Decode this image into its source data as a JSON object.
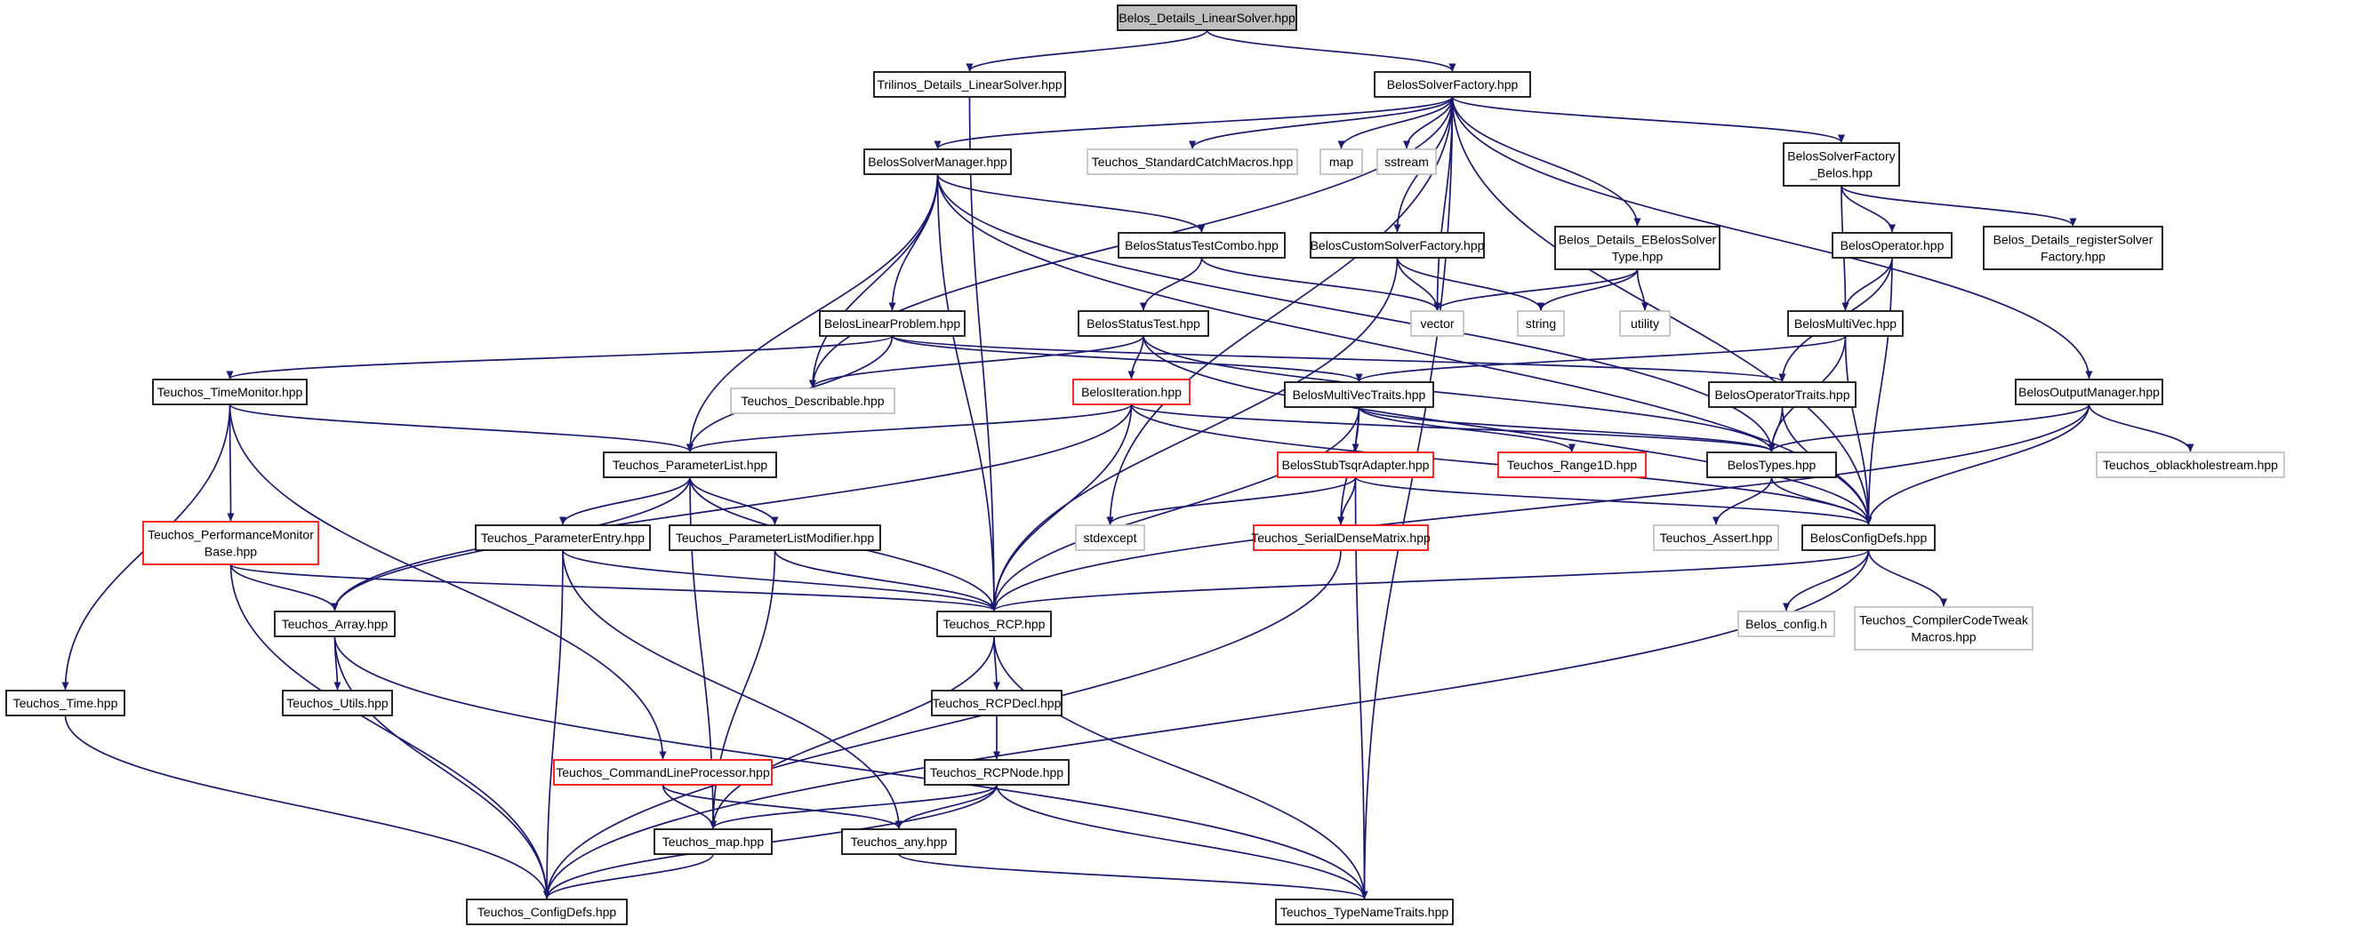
{
  "colors": {
    "edge": "#191970",
    "box_normal": "#000000",
    "box_external": "#bfbfbf",
    "box_incomplete": "#ff0000",
    "box_root_fill": "#bfbfbf"
  },
  "nodes": [
    {
      "id": "root",
      "lines": [
        "Belos_Details_LinearSolver.hpp"
      ],
      "kind": "root"
    },
    {
      "id": "trilinos_ls",
      "lines": [
        "Trilinos_Details_LinearSolver.hpp"
      ],
      "kind": "normal"
    },
    {
      "id": "solver_factory",
      "lines": [
        "BelosSolverFactory.hpp"
      ],
      "kind": "normal"
    },
    {
      "id": "solver_manager",
      "lines": [
        "BelosSolverManager.hpp"
      ],
      "kind": "normal"
    },
    {
      "id": "std_catch",
      "lines": [
        "Teuchos_StandardCatchMacros.hpp"
      ],
      "kind": "external"
    },
    {
      "id": "map",
      "lines": [
        "map"
      ],
      "kind": "external"
    },
    {
      "id": "sstream",
      "lines": [
        "sstream"
      ],
      "kind": "external"
    },
    {
      "id": "sf_belos",
      "lines": [
        "BelosSolverFactory",
        "_Belos.hpp"
      ],
      "kind": "normal"
    },
    {
      "id": "status_combo",
      "lines": [
        "BelosStatusTestCombo.hpp"
      ],
      "kind": "normal"
    },
    {
      "id": "custom_sf",
      "lines": [
        "BelosCustomSolverFactory.hpp"
      ],
      "kind": "normal"
    },
    {
      "id": "ebelos",
      "lines": [
        "Belos_Details_EBelosSolver",
        "Type.hpp"
      ],
      "kind": "normal"
    },
    {
      "id": "operator",
      "lines": [
        "BelosOperator.hpp"
      ],
      "kind": "normal"
    },
    {
      "id": "register_sf",
      "lines": [
        "Belos_Details_registerSolver",
        "Factory.hpp"
      ],
      "kind": "normal"
    },
    {
      "id": "linear_problem",
      "lines": [
        "BelosLinearProblem.hpp"
      ],
      "kind": "normal"
    },
    {
      "id": "status_test",
      "lines": [
        "BelosStatusTest.hpp"
      ],
      "kind": "normal"
    },
    {
      "id": "vector",
      "lines": [
        "vector"
      ],
      "kind": "external"
    },
    {
      "id": "string",
      "lines": [
        "string"
      ],
      "kind": "external"
    },
    {
      "id": "utility",
      "lines": [
        "utility"
      ],
      "kind": "external"
    },
    {
      "id": "multivec",
      "lines": [
        "BelosMultiVec.hpp"
      ],
      "kind": "normal"
    },
    {
      "id": "describable",
      "lines": [
        "Teuchos_Describable.hpp"
      ],
      "kind": "external"
    },
    {
      "id": "time_monitor",
      "lines": [
        "Teuchos_TimeMonitor.hpp"
      ],
      "kind": "normal"
    },
    {
      "id": "iteration",
      "lines": [
        "BelosIteration.hpp"
      ],
      "kind": "incomplete"
    },
    {
      "id": "mv_traits",
      "lines": [
        "BelosMultiVecTraits.hpp"
      ],
      "kind": "normal"
    },
    {
      "id": "op_traits",
      "lines": [
        "BelosOperatorTraits.hpp"
      ],
      "kind": "normal"
    },
    {
      "id": "output_manager",
      "lines": [
        "BelosOutputManager.hpp"
      ],
      "kind": "normal"
    },
    {
      "id": "param_list",
      "lines": [
        "Teuchos_ParameterList.hpp"
      ],
      "kind": "normal"
    },
    {
      "id": "stub_tsqr",
      "lines": [
        "BelosStubTsqrAdapter.hpp"
      ],
      "kind": "incomplete"
    },
    {
      "id": "range1d",
      "lines": [
        "Teuchos_Range1D.hpp"
      ],
      "kind": "incomplete"
    },
    {
      "id": "belos_types",
      "lines": [
        "BelosTypes.hpp"
      ],
      "kind": "normal"
    },
    {
      "id": "oblackhole",
      "lines": [
        "Teuchos_oblackholestream.hpp"
      ],
      "kind": "external"
    },
    {
      "id": "perf_monitor",
      "lines": [
        "Teuchos_PerformanceMonitor",
        "Base.hpp"
      ],
      "kind": "incomplete"
    },
    {
      "id": "param_entry",
      "lines": [
        "Teuchos_ParameterEntry.hpp"
      ],
      "kind": "normal"
    },
    {
      "id": "plist_modifier",
      "lines": [
        "Teuchos_ParameterListModifier.hpp"
      ],
      "kind": "normal"
    },
    {
      "id": "stdexcept",
      "lines": [
        "stdexcept"
      ],
      "kind": "external"
    },
    {
      "id": "serial_dense",
      "lines": [
        "Teuchos_SerialDenseMatrix.hpp"
      ],
      "kind": "incomplete"
    },
    {
      "id": "teuchos_assert",
      "lines": [
        "Teuchos_Assert.hpp"
      ],
      "kind": "external"
    },
    {
      "id": "belos_config",
      "lines": [
        "BelosConfigDefs.hpp"
      ],
      "kind": "normal"
    },
    {
      "id": "teuchos_array",
      "lines": [
        "Teuchos_Array.hpp"
      ],
      "kind": "normal"
    },
    {
      "id": "teuchos_rcp",
      "lines": [
        "Teuchos_RCP.hpp"
      ],
      "kind": "normal"
    },
    {
      "id": "belos_config_h",
      "lines": [
        "Belos_config.h"
      ],
      "kind": "external"
    },
    {
      "id": "compiler_tweak",
      "lines": [
        "Teuchos_CompilerCodeTweak",
        "Macros.hpp"
      ],
      "kind": "external"
    },
    {
      "id": "teuchos_utils",
      "lines": [
        "Teuchos_Utils.hpp"
      ],
      "kind": "normal"
    },
    {
      "id": "teuchos_time",
      "lines": [
        "Teuchos_Time.hpp"
      ],
      "kind": "normal"
    },
    {
      "id": "rcp_decl",
      "lines": [
        "Teuchos_RCPDecl.hpp"
      ],
      "kind": "normal"
    },
    {
      "id": "rcp_node",
      "lines": [
        "Teuchos_RCPNode.hpp"
      ],
      "kind": "normal"
    },
    {
      "id": "cmdline",
      "lines": [
        "Teuchos_CommandLineProcessor.hpp"
      ],
      "kind": "incomplete"
    },
    {
      "id": "teuchos_map",
      "lines": [
        "Teuchos_map.hpp"
      ],
      "kind": "normal"
    },
    {
      "id": "teuchos_any",
      "lines": [
        "Teuchos_any.hpp"
      ],
      "kind": "normal"
    },
    {
      "id": "config_defs",
      "lines": [
        "Teuchos_ConfigDefs.hpp"
      ],
      "kind": "normal"
    },
    {
      "id": "type_name",
      "lines": [
        "Teuchos_TypeNameTraits.hpp"
      ],
      "kind": "normal"
    }
  ],
  "edges": [
    [
      "root",
      "trilinos_ls"
    ],
    [
      "root",
      "solver_factory"
    ],
    [
      "trilinos_ls",
      "teuchos_rcp"
    ],
    [
      "solver_factory",
      "solver_manager"
    ],
    [
      "solver_factory",
      "std_catch"
    ],
    [
      "solver_factory",
      "map"
    ],
    [
      "solver_factory",
      "sstream"
    ],
    [
      "solver_factory",
      "sf_belos"
    ],
    [
      "solver_factory",
      "custom_sf"
    ],
    [
      "solver_factory",
      "ebelos"
    ],
    [
      "solver_factory",
      "describable"
    ],
    [
      "solver_factory",
      "vector"
    ],
    [
      "solver_factory",
      "stdexcept"
    ],
    [
      "solver_factory",
      "output_manager"
    ],
    [
      "solver_factory",
      "belos_config"
    ],
    [
      "solver_factory",
      "type_name"
    ],
    [
      "solver_manager",
      "status_combo"
    ],
    [
      "solver_manager",
      "linear_problem"
    ],
    [
      "solver_manager",
      "describable"
    ],
    [
      "solver_manager",
      "param_list"
    ],
    [
      "solver_manager",
      "teuchos_rcp"
    ],
    [
      "solver_manager",
      "belos_types"
    ],
    [
      "solver_manager",
      "belos_config"
    ],
    [
      "sf_belos",
      "operator"
    ],
    [
      "sf_belos",
      "multivec"
    ],
    [
      "sf_belos",
      "register_sf"
    ],
    [
      "status_combo",
      "status_test"
    ],
    [
      "status_combo",
      "vector"
    ],
    [
      "custom_sf",
      "teuchos_rcp"
    ],
    [
      "custom_sf",
      "vector"
    ],
    [
      "custom_sf",
      "string"
    ],
    [
      "ebelos",
      "vector"
    ],
    [
      "ebelos",
      "string"
    ],
    [
      "ebelos",
      "utility"
    ],
    [
      "operator",
      "multivec"
    ],
    [
      "operator",
      "op_traits"
    ],
    [
      "operator",
      "belos_config"
    ],
    [
      "linear_problem",
      "time_monitor"
    ],
    [
      "linear_problem",
      "mv_traits"
    ],
    [
      "linear_problem",
      "op_traits"
    ],
    [
      "linear_problem",
      "param_list"
    ],
    [
      "status_test",
      "describable"
    ],
    [
      "status_test",
      "iteration"
    ],
    [
      "status_test",
      "belos_types"
    ],
    [
      "status_test",
      "belos_config"
    ],
    [
      "multivec",
      "mv_traits"
    ],
    [
      "multivec",
      "belos_types"
    ],
    [
      "multivec",
      "belos_config"
    ],
    [
      "time_monitor",
      "param_list"
    ],
    [
      "time_monitor",
      "perf_monitor"
    ],
    [
      "time_monitor",
      "teuchos_time"
    ],
    [
      "time_monitor",
      "cmdline"
    ],
    [
      "iteration",
      "param_list"
    ],
    [
      "iteration",
      "teuchos_array"
    ],
    [
      "iteration",
      "teuchos_rcp"
    ],
    [
      "iteration",
      "belos_types"
    ],
    [
      "iteration",
      "belos_config"
    ],
    [
      "mv_traits",
      "belos_types"
    ],
    [
      "mv_traits",
      "stub_tsqr"
    ],
    [
      "mv_traits",
      "range1d"
    ],
    [
      "mv_traits",
      "serial_dense"
    ],
    [
      "mv_traits",
      "teuchos_rcp"
    ],
    [
      "op_traits",
      "belos_types"
    ],
    [
      "op_traits",
      "belos_config"
    ],
    [
      "output_manager",
      "belos_types"
    ],
    [
      "output_manager",
      "oblackhole"
    ],
    [
      "output_manager",
      "belos_config"
    ],
    [
      "output_manager",
      "teuchos_rcp"
    ],
    [
      "param_list",
      "param_entry"
    ],
    [
      "param_list",
      "plist_modifier"
    ],
    [
      "param_list",
      "teuchos_array"
    ],
    [
      "param_list",
      "teuchos_map"
    ],
    [
      "param_list",
      "teuchos_rcp"
    ],
    [
      "stub_tsqr",
      "stdexcept"
    ],
    [
      "stub_tsqr",
      "serial_dense"
    ],
    [
      "stub_tsqr",
      "belos_config"
    ],
    [
      "stub_tsqr",
      "type_name"
    ],
    [
      "belos_types",
      "teuchos_assert"
    ],
    [
      "belos_types",
      "belos_config"
    ],
    [
      "perf_monitor",
      "teuchos_array"
    ],
    [
      "perf_monitor",
      "teuchos_rcp"
    ],
    [
      "perf_monitor",
      "config_defs"
    ],
    [
      "param_entry",
      "teuchos_rcp"
    ],
    [
      "param_entry",
      "teuchos_any"
    ],
    [
      "param_entry",
      "config_defs"
    ],
    [
      "plist_modifier",
      "teuchos_rcp"
    ],
    [
      "plist_modifier",
      "teuchos_map"
    ],
    [
      "serial_dense",
      "config_defs"
    ],
    [
      "belos_config",
      "belos_config_h"
    ],
    [
      "belos_config",
      "compiler_tweak"
    ],
    [
      "belos_config",
      "teuchos_rcp"
    ],
    [
      "belos_config",
      "config_defs"
    ],
    [
      "teuchos_array",
      "teuchos_utils"
    ],
    [
      "teuchos_array",
      "config_defs"
    ],
    [
      "teuchos_array",
      "type_name"
    ],
    [
      "teuchos_rcp",
      "rcp_decl"
    ],
    [
      "teuchos_rcp",
      "teuchos_map"
    ],
    [
      "teuchos_rcp",
      "type_name"
    ],
    [
      "rcp_decl",
      "rcp_node"
    ],
    [
      "rcp_node",
      "teuchos_map"
    ],
    [
      "rcp_node",
      "teuchos_any"
    ],
    [
      "rcp_node",
      "config_defs"
    ],
    [
      "rcp_node",
      "type_name"
    ],
    [
      "teuchos_time",
      "config_defs"
    ],
    [
      "cmdline",
      "teuchos_map"
    ],
    [
      "cmdline",
      "teuchos_any"
    ],
    [
      "teuchos_map",
      "config_defs"
    ],
    [
      "teuchos_any",
      "type_name"
    ]
  ]
}
